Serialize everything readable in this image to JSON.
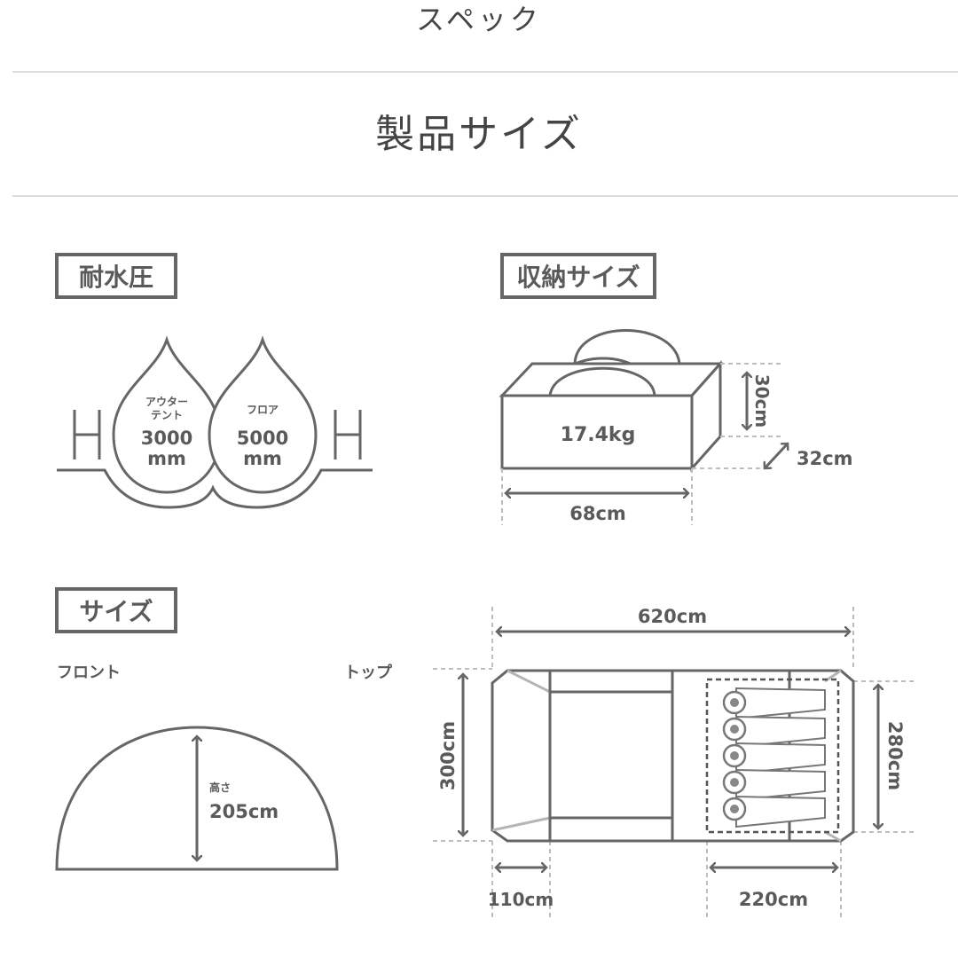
{
  "header": {
    "title": "スペック"
  },
  "section": {
    "title": "製品サイズ"
  },
  "water_pressure": {
    "label": "耐水圧",
    "outer_name_line1": "アウター",
    "outer_name_line2": "テント",
    "outer_value": "3000",
    "outer_unit": "mm",
    "floor_name": "フロア",
    "floor_value": "5000",
    "floor_unit": "mm"
  },
  "storage": {
    "label": "収納サイズ",
    "weight": "17.4kg",
    "height": "30cm",
    "depth": "32cm",
    "width": "68cm"
  },
  "size": {
    "label": "サイズ",
    "front_label": "フロント",
    "top_label": "トップ",
    "height_name": "高さ",
    "height_value": "205cm",
    "length": "620cm",
    "width_total": "300cm",
    "inner_width": "280cm",
    "vestibule": "110cm",
    "inner_length": "220cm"
  },
  "colors": {
    "stroke": "#666666",
    "light": "#b5b5b5",
    "dashed": "#bdbdbd",
    "rule": "#dcdcdc"
  }
}
